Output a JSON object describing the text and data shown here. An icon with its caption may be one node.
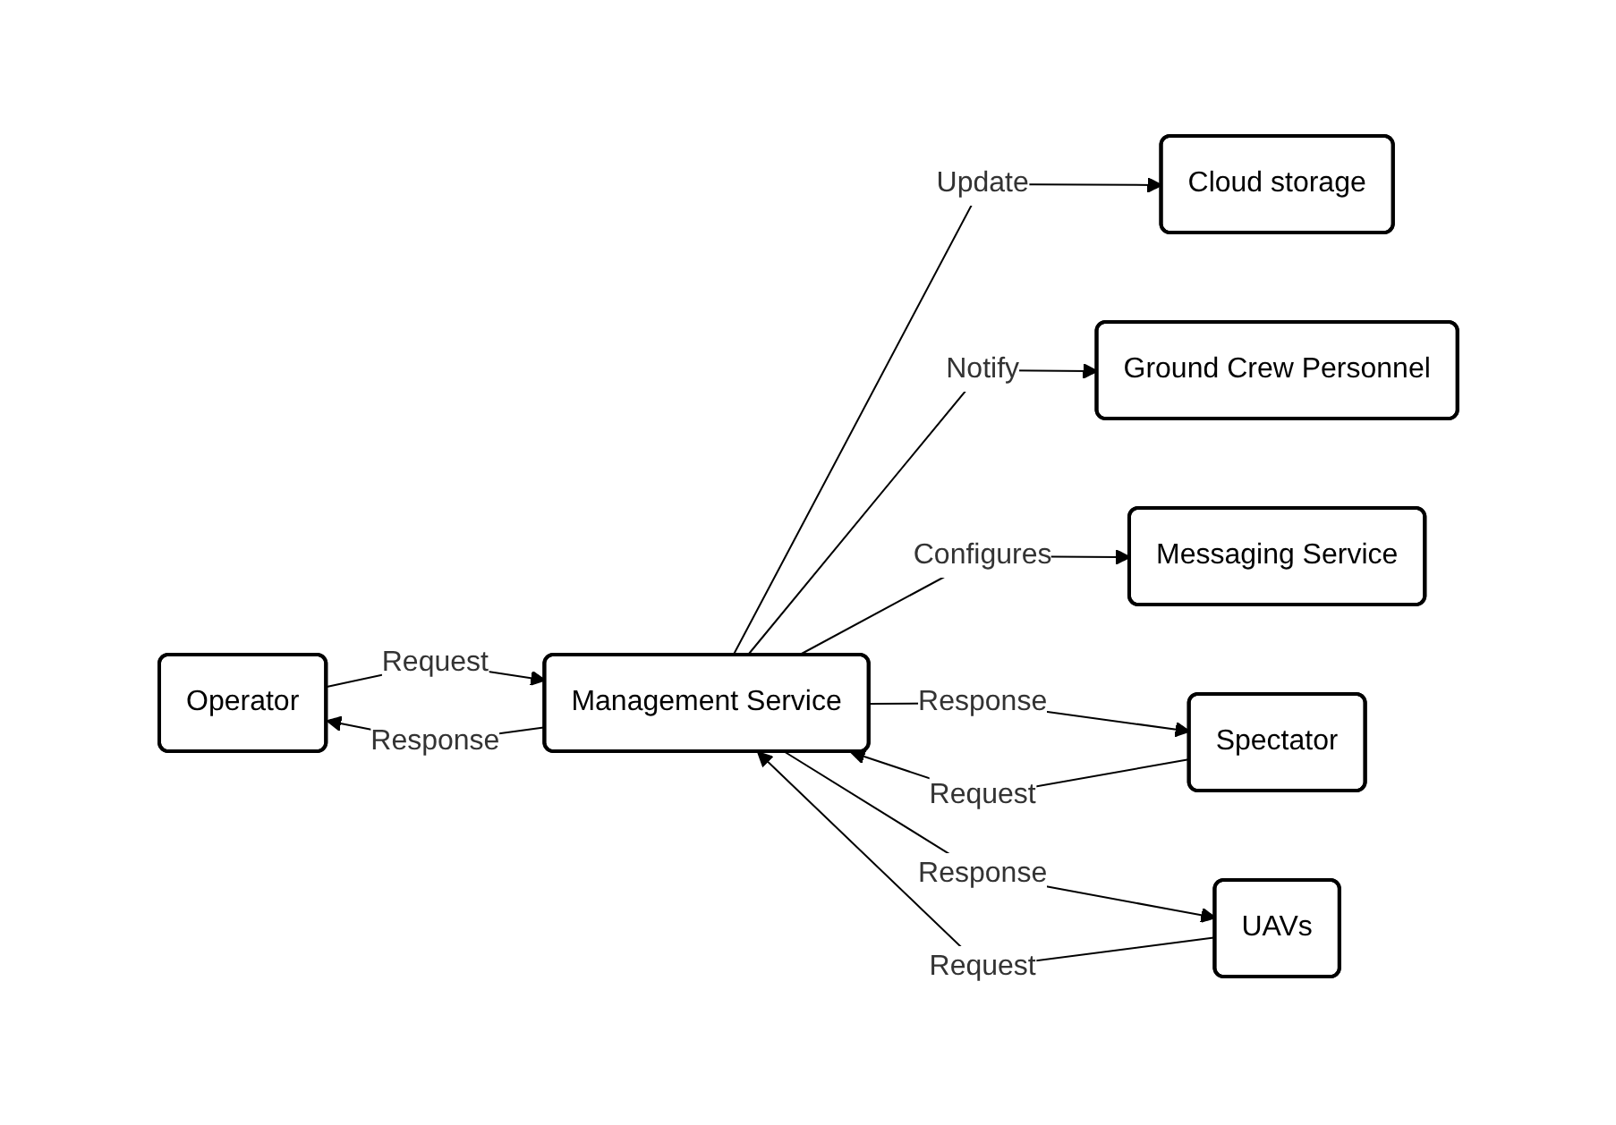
{
  "diagram": {
    "nodes": [
      {
        "text": [
          "Operator"
        ]
      },
      {
        "text": [
          "Cloud storage"
        ]
      },
      {
        "text": [
          "Ground Crew Personnel"
        ]
      },
      {
        "text": [
          "Management Service"
        ]
      },
      {
        "text": [
          "Messaging Service"
        ]
      },
      {
        "text": [
          "Spectator"
        ]
      },
      {
        "text": [
          "UAVs"
        ]
      }
    ],
    "edges": [
      {
        "from": 3,
        "to": 1,
        "label": "Update",
        "arrow": "to"
      },
      {
        "from": 3,
        "to": 2,
        "label": "Notify",
        "arrow": "to"
      },
      {
        "from": 0,
        "to": 3,
        "label": "Request",
        "arrow": "to"
      },
      {
        "from": 3,
        "to": 0,
        "label": "Response",
        "arrow": "to"
      },
      {
        "from": 3,
        "to": 4,
        "label": "Configures",
        "arrow": "to"
      },
      {
        "from": 3,
        "to": 5,
        "label": "Response",
        "arrow": "to"
      },
      {
        "from": 5,
        "to": 3,
        "label": "Request",
        "arrow": "to"
      },
      {
        "from": 6,
        "to": 3,
        "label": "Request",
        "arrow": "to"
      },
      {
        "from": 3,
        "to": 6,
        "label": "Response",
        "arrow": "to"
      }
    ]
  }
}
